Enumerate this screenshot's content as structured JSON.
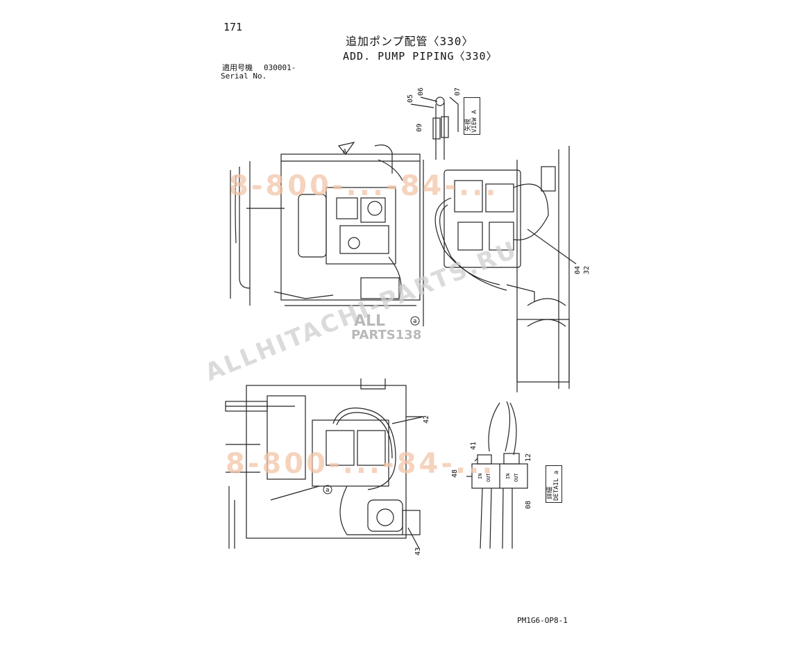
{
  "header": {
    "page_number": "171",
    "title_jp": "追加ポンプ配管〈330〉",
    "title_en": "ADD. PUMP PIPING〈330〉",
    "serial_label_jp": "適用号機",
    "serial_label_en": "Serial No.",
    "serial_value": "030001-"
  },
  "views": {
    "view_a": {
      "label_jp": "矢視",
      "label_en": "VIEW A"
    },
    "detail_a": {
      "label_jp": "詳細",
      "label_en": "DETAIL a"
    },
    "view_marker": "A",
    "detail_marker": "a"
  },
  "callouts": {
    "c05": "05",
    "c06": "06",
    "c07": "07",
    "c09": "09",
    "c04": "04",
    "c32": "32",
    "c42": "42",
    "c43": "43",
    "c41": "41",
    "c12": "12",
    "c48": "48",
    "c08": "08"
  },
  "port_labels": {
    "in": "IN",
    "out": "OUT"
  },
  "watermarks": {
    "phone_top": "8-800-...-84-...",
    "site": "ALLHITACHI-PARTS.RU",
    "logo_line1": "ALL",
    "logo_line2": "PARTS138",
    "phone_bottom": "8-800-...-84-..."
  },
  "footer": {
    "drawing_code": "PM1G6-OP8-1"
  }
}
